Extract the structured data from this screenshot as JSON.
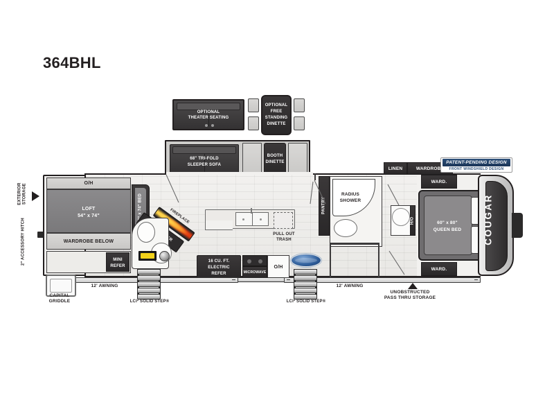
{
  "page": {
    "model_title": "364BHL",
    "brand": "COUGAR",
    "background": "#ffffff",
    "ink": "#231f20"
  },
  "badges": {
    "patent_line1": "PATENT-PENDING DESIGN",
    "patent_line2": "FRONT WINDSHIELD DESIGN",
    "patent_color": "#2c4f79"
  },
  "optional_furniture": [
    {
      "id": "theater",
      "label": "OPTIONAL\nTHEATER SEATING",
      "line1": "OPTIONAL",
      "line2": "THEATER SEATING"
    },
    {
      "id": "dinette",
      "label": "OPTIONAL FREE STANDING DINETTE",
      "line1": "OPTIONAL",
      "line2": "FREE",
      "line3": "STANDING",
      "line4": "DINETTE"
    }
  ],
  "interior": {
    "sleeper_sofa": {
      "line1": "68\"  TRI-FOLD",
      "line2": "SLEEPER SOFA"
    },
    "booth_dinette": {
      "line1": "BOOTH",
      "line2": "DINETTE"
    },
    "overhead_front": "O/H",
    "loft": {
      "line1": "LOFT",
      "line2": "54\" x 74\""
    },
    "bunk_bed": "54\" x 74\" BED",
    "wardrobe_below": "WARDROBE BELOW",
    "mini_refer": {
      "line1": "MINI",
      "line2": "REFER"
    },
    "ent_center": "ENT. CENTER",
    "fireplace": "FIREPLACE",
    "half_bath_oh": "H/O",
    "pull_out_trash": {
      "line1": "PULL OUT",
      "line2": "TRASH"
    },
    "electric_refer": {
      "line1": "16 CU. FT.",
      "line2": "ELECTRIC",
      "line3": "REFER"
    },
    "microwave": "MICROWAVE",
    "overhead_kitchen": "O/H",
    "pantry": "PANTRY",
    "radius_shower": {
      "line1": "RADIUS",
      "line2": "SHOWER"
    },
    "linen": "LINEN",
    "wardrobe": "WARDROBE",
    "closet_oh": "H/O",
    "queen_bed": {
      "line1": "60\" x 80\"",
      "line2": "QUEEN BED"
    },
    "ward_top": "WARD.",
    "ward_bottom": "WARD."
  },
  "exterior": {
    "exterior_storage": {
      "line1": "EXTERIOR",
      "line2": "STORAGE"
    },
    "accessory_hitch": "2\" ACCESSORY HITCH",
    "capital_griddle": {
      "line1": "CAPITAL",
      "line2": "GRIDDLE"
    },
    "awning_left": "12' AWNING",
    "awning_right": "12' AWNING",
    "solid_step_left": "LCI² SOLID STEP®",
    "solid_step_right": "LCI² SOLID STEP®",
    "pass_thru": {
      "line1": "UNOBSTRUCTED",
      "line2": "PASS THRU STORAGE"
    }
  }
}
